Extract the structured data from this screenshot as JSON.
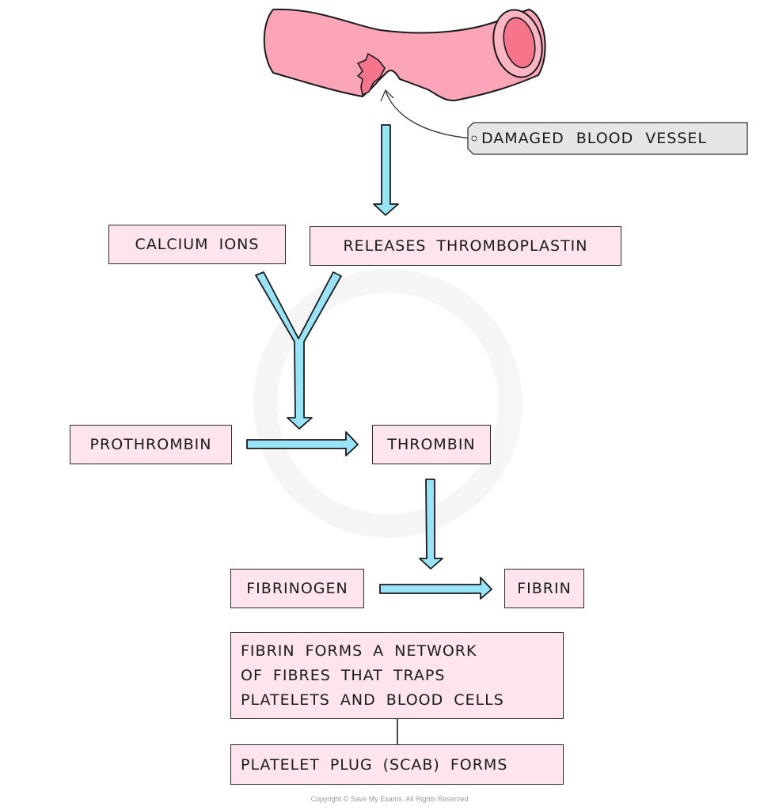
{
  "diagram": {
    "title": "Blood clotting cascade",
    "colors": {
      "vessel": "#fca5b8",
      "vessel_lumen": "#f7758b",
      "box_fill": "#fde4ef",
      "arrow_fill": "#98e3f7",
      "label_tag_fill": "#e6e6e6"
    },
    "label_tag": "DAMAGED BLOOD VESSEL",
    "nodes": {
      "calcium_ions": "CALCIUM IONS",
      "thromboplastin": "RELEASES THROMBOPLASTIN",
      "prothrombin": "PROTHROMBIN",
      "thrombin": "THROMBIN",
      "fibrinogen": "FIBRINOGEN",
      "fibrin": "FIBRIN",
      "network": [
        "FIBRIN FORMS A NETWORK",
        "OF FIBRES THAT TRAPS",
        "PLATELETS AND BLOOD CELLS"
      ],
      "plug": "PLATELET PLUG (SCAB) FORMS"
    },
    "edges": [
      {
        "from": "damaged_vessel",
        "to": "thromboplastin"
      },
      {
        "from": "calcium_ions",
        "to": "thrombin"
      },
      {
        "from": "thromboplastin",
        "to": "thrombin"
      },
      {
        "from": "prothrombin",
        "to": "thrombin"
      },
      {
        "from": "thrombin",
        "to": "fibrin"
      },
      {
        "from": "fibrinogen",
        "to": "fibrin"
      },
      {
        "from": "network",
        "to": "plug"
      }
    ],
    "copyright": "Copyright © Save My Exams. All Rights Reserved"
  }
}
